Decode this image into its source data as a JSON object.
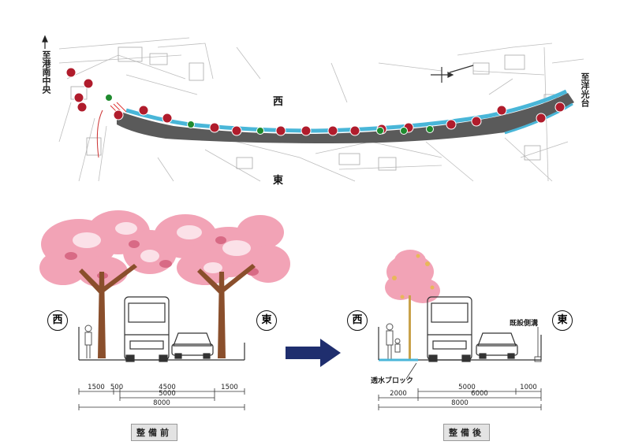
{
  "map": {
    "north_destination": "至港南中央",
    "south_destination": "至洋光台",
    "west_label": "西",
    "east_label": "東"
  },
  "before": {
    "west_label": "西",
    "east_label": "東",
    "dim_tier1": [
      "1500",
      "500",
      "4500",
      "1500"
    ],
    "dim_tier2": [
      "5000"
    ],
    "dim_total": "8000",
    "caption": "整備前"
  },
  "after": {
    "west_label": "西",
    "east_label": "東",
    "existing_drain_label": "既設側溝",
    "permeable_block_label": "透水ブロック",
    "dim_tier1": [
      "5000",
      "1000"
    ],
    "dim_tier2": [
      "2000",
      "6000"
    ],
    "dim_total": "8000",
    "caption": "整備後"
  },
  "colors": {
    "road": "#5a5a5a",
    "sidewalk": "#49b6d8",
    "cherry_marker": "#b01c2c",
    "green_marker": "#1f8a2e",
    "blossom": "#f2a3b6",
    "trunk": "#8a4f2c",
    "arrow": "#1f2e6e"
  }
}
